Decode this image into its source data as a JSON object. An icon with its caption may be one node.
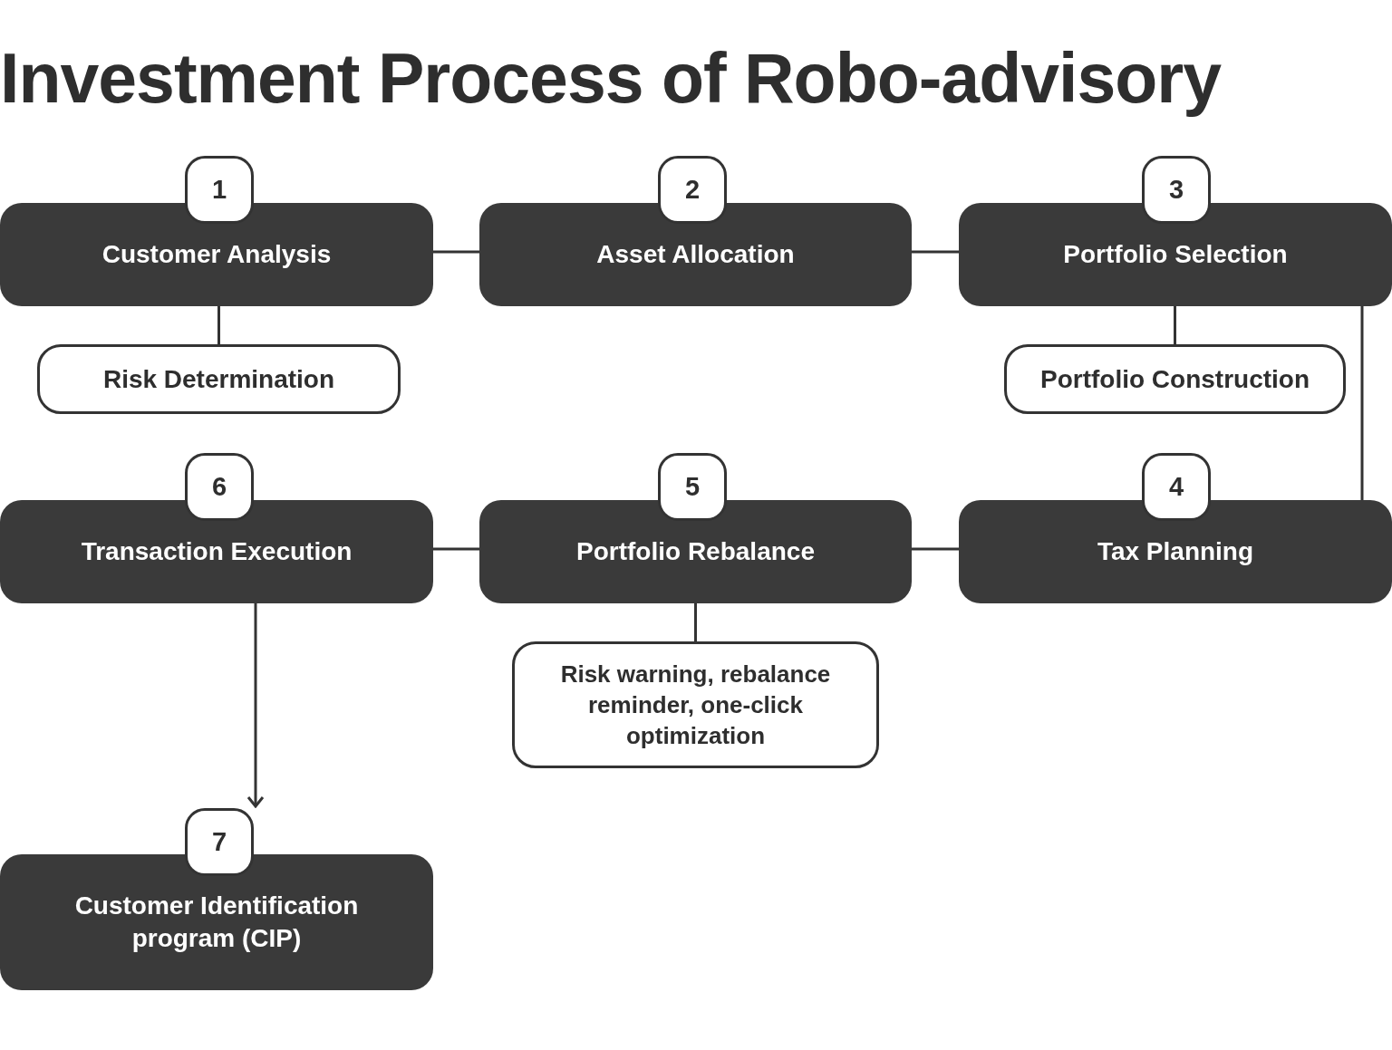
{
  "diagram": {
    "title": "Investment Process of Robo-advisory",
    "nodes": [
      {
        "text": [
          "1"
        ]
      },
      {
        "text": [
          "Customer Analysis"
        ]
      },
      {
        "text": [
          "2"
        ]
      },
      {
        "text": [
          "Asset Allocation"
        ]
      },
      {
        "text": [
          "3"
        ]
      },
      {
        "text": [
          "Portfolio Selection"
        ]
      },
      {
        "text": [
          "Risk Determination"
        ]
      },
      {
        "text": [
          "Portfolio Construction"
        ]
      },
      {
        "text": [
          "6"
        ]
      },
      {
        "text": [
          "Transaction Execution"
        ]
      },
      {
        "text": [
          "5"
        ]
      },
      {
        "text": [
          "Portfolio Rebalance"
        ]
      },
      {
        "text": [
          "4"
        ]
      },
      {
        "text": [
          "Tax Planning"
        ]
      },
      {
        "text": [
          "Risk warning, rebalance reminder, one-click optimization"
        ]
      },
      {
        "text": [
          "7"
        ]
      },
      {
        "text": [
          "Customer Identification program (CIP)"
        ]
      }
    ],
    "edges": [
      {
        "from": 1,
        "to": 3,
        "arrow": "none"
      },
      {
        "from": 3,
        "to": 5,
        "arrow": "none"
      },
      {
        "from": 1,
        "to": 6,
        "arrow": "none"
      },
      {
        "from": 5,
        "to": 7,
        "arrow": "none"
      },
      {
        "from": 5,
        "to": 13,
        "arrow": "none"
      },
      {
        "from": 13,
        "to": 11,
        "arrow": "none"
      },
      {
        "from": 11,
        "to": 9,
        "arrow": "none"
      },
      {
        "from": 11,
        "to": 14,
        "arrow": "none"
      },
      {
        "from": 9,
        "to": 15,
        "arrow": "to"
      }
    ]
  }
}
